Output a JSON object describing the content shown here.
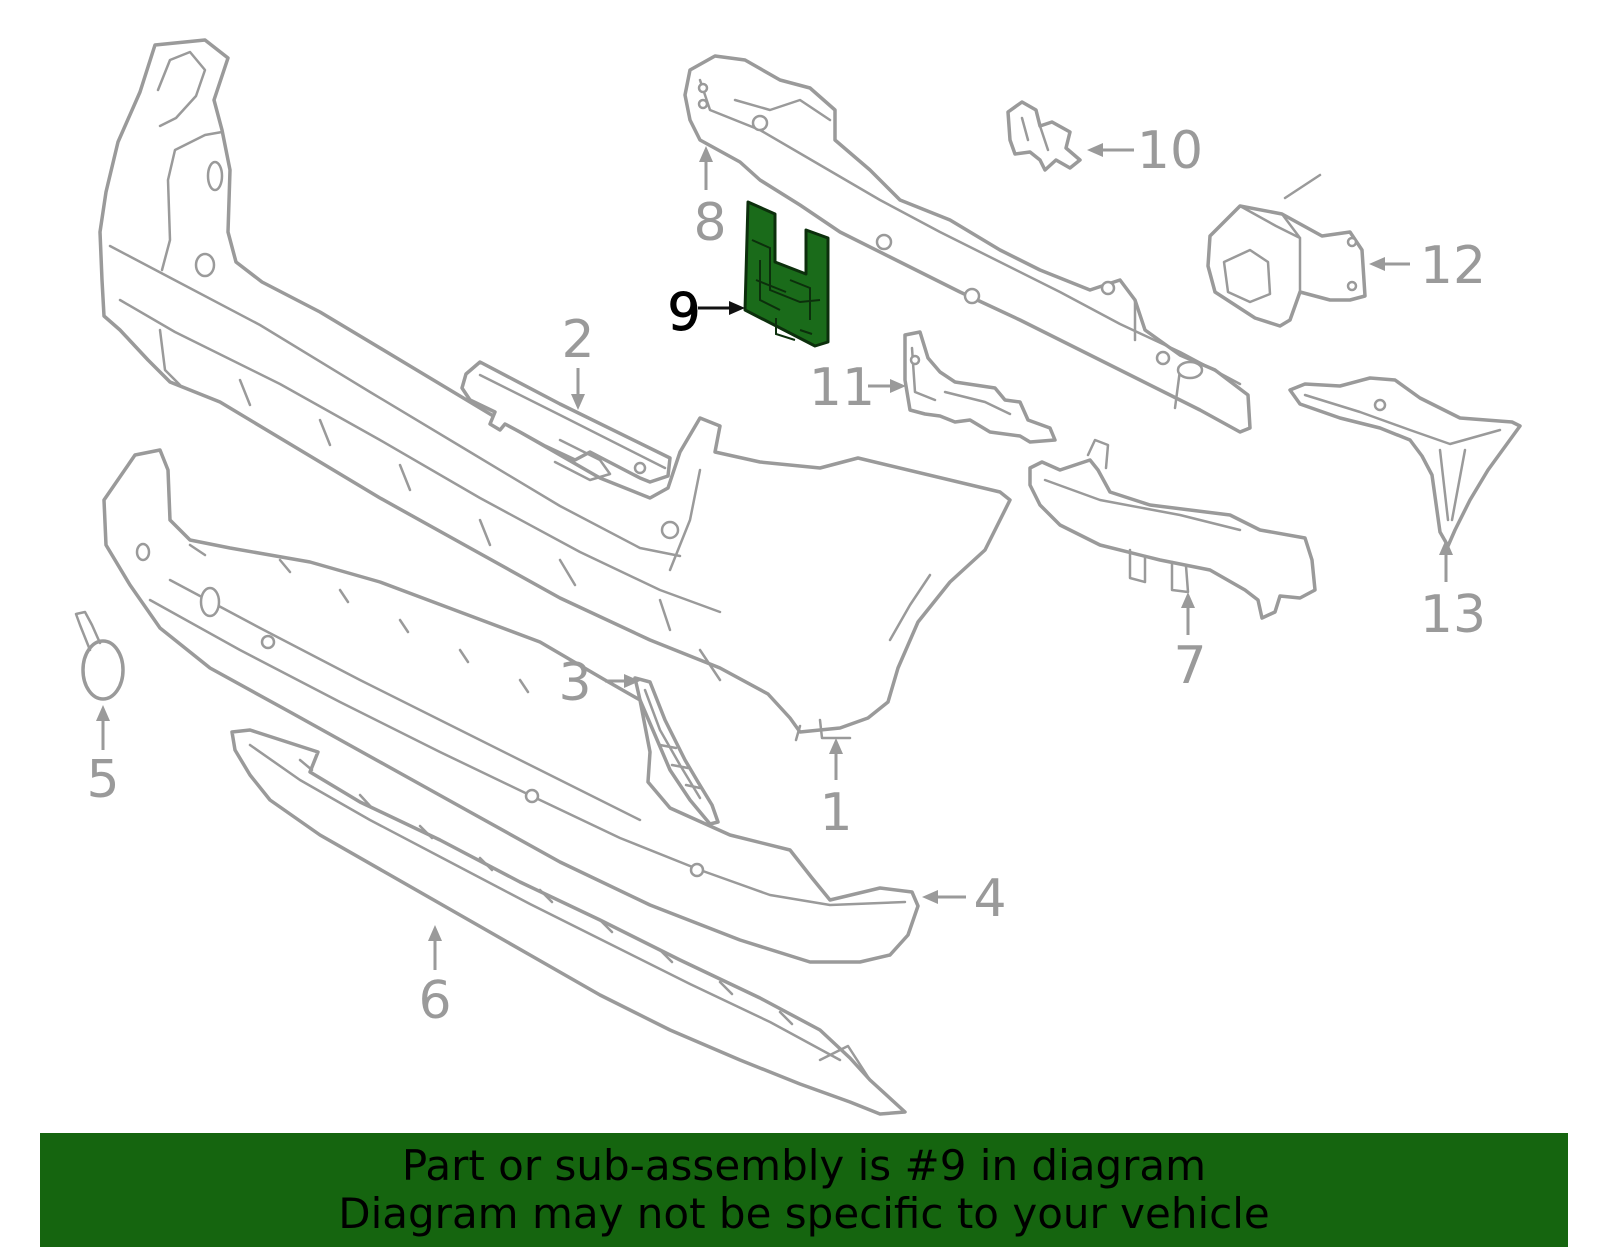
{
  "callouts": [
    {
      "id": "1",
      "label": "1"
    },
    {
      "id": "2",
      "label": "2"
    },
    {
      "id": "3",
      "label": "3"
    },
    {
      "id": "4",
      "label": "4"
    },
    {
      "id": "5",
      "label": "5"
    },
    {
      "id": "6",
      "label": "6"
    },
    {
      "id": "7",
      "label": "7"
    },
    {
      "id": "8",
      "label": "8"
    },
    {
      "id": "9",
      "label": "9",
      "highlighted": true
    },
    {
      "id": "10",
      "label": "10"
    },
    {
      "id": "11",
      "label": "11"
    },
    {
      "id": "12",
      "label": "12"
    },
    {
      "id": "13",
      "label": "13"
    }
  ],
  "banner": {
    "line1": "Part or sub-assembly is #9 in diagram",
    "line2": "Diagram may not be specific to your vehicle"
  },
  "colors": {
    "outline": "#9a9a9a",
    "highlight_part": "#1a6b1a",
    "banner_background": "#15650f",
    "highlight_text": "#000000"
  }
}
